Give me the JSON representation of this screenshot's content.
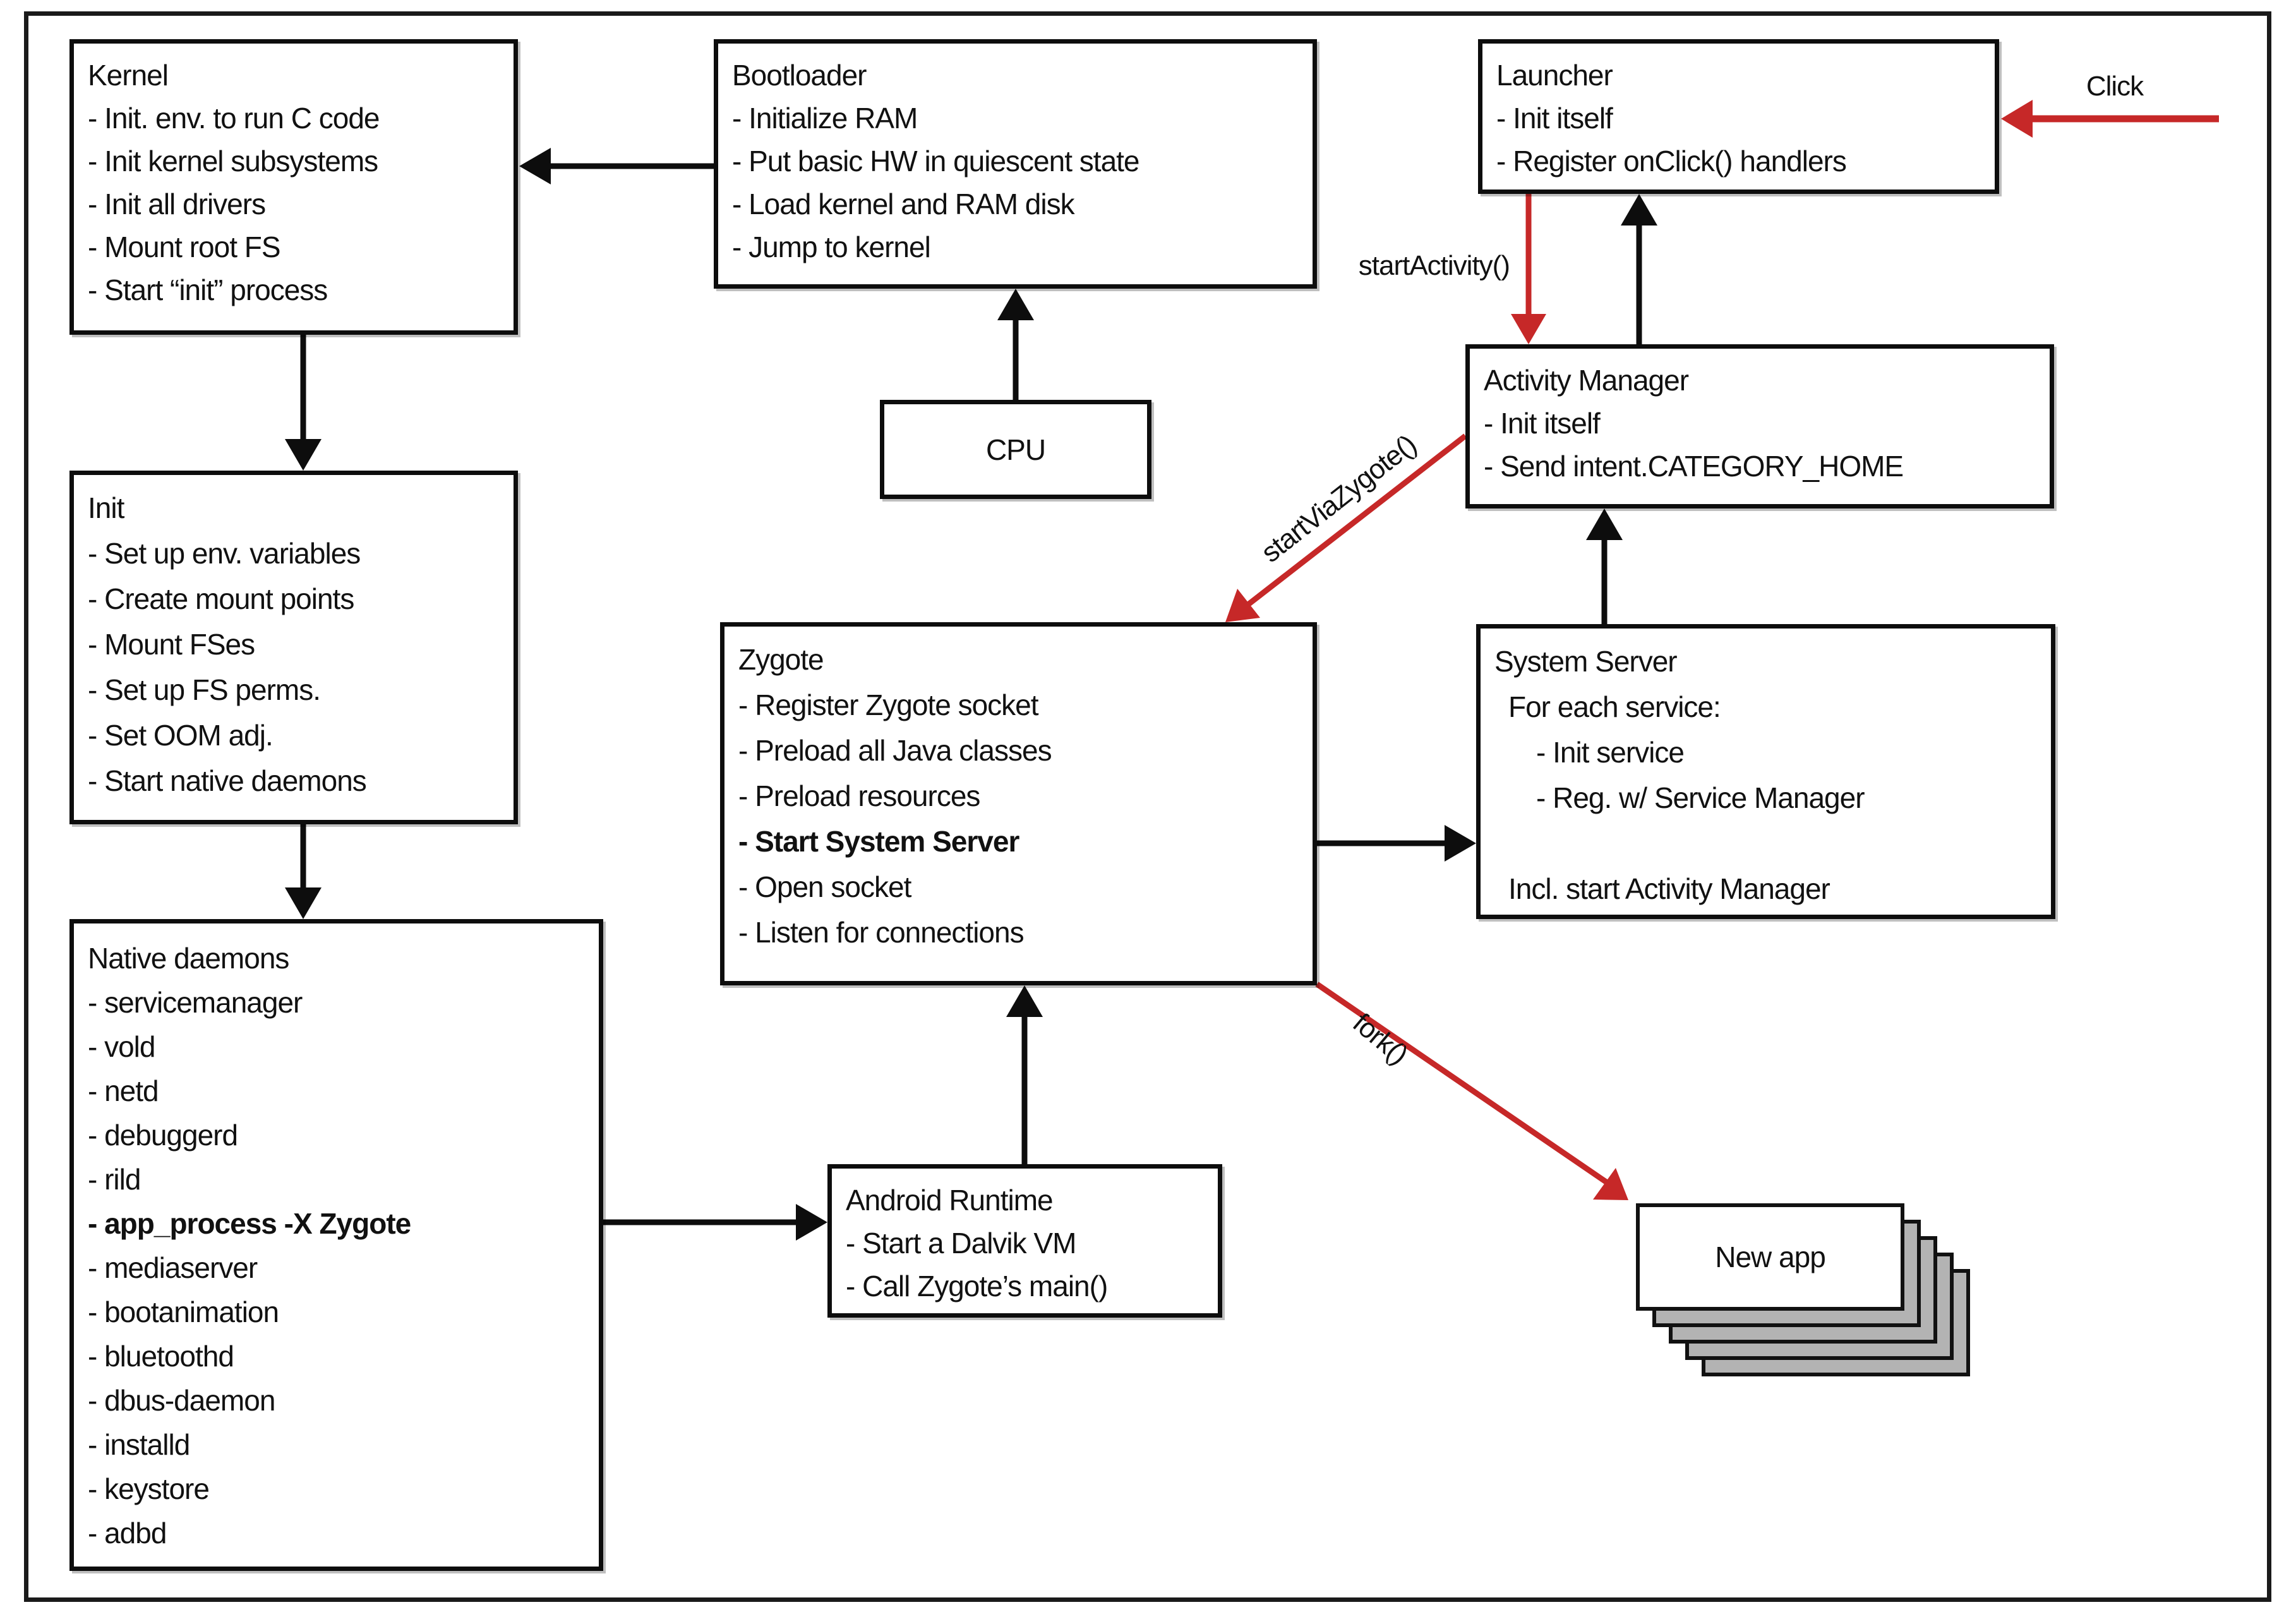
{
  "colors": {
    "accent_red": "#c62828",
    "line_black": "#0d0d0d",
    "sheet_gray": "#b3b3b3"
  },
  "boxes": {
    "kernel": {
      "title": "Kernel",
      "items": [
        "- Init. env. to run C code",
        "- Init kernel subsystems",
        "- Init all drivers",
        "- Mount root FS",
        "- Start “init” process"
      ]
    },
    "bootloader": {
      "title": "Bootloader",
      "items": [
        "- Initialize RAM",
        "- Put basic HW in quiescent state",
        "- Load kernel and RAM disk",
        "- Jump to kernel"
      ]
    },
    "cpu": {
      "title": "CPU"
    },
    "launcher": {
      "title": "Launcher",
      "items": [
        "- Init itself",
        "- Register onClick() handlers"
      ]
    },
    "activity_manager": {
      "title": "Activity Manager",
      "items": [
        "- Init itself",
        "- Send intent.CATEGORY_HOME"
      ]
    },
    "init": {
      "title": "Init",
      "items": [
        "- Set up env. variables",
        "- Create mount points",
        "- Mount FSes",
        "- Set up FS perms.",
        "- Set OOM adj.",
        "- Start native daemons"
      ]
    },
    "zygote": {
      "title": "Zygote",
      "items": [
        "- Register Zygote socket",
        "- Preload all Java classes",
        "- Preload resources",
        "- Start System Server",
        "- Open socket",
        "- Listen for connections"
      ]
    },
    "system_server": {
      "title": "System Server",
      "for_each": "For each service:",
      "items": [
        "- Init service",
        "- Reg. w/ Service Manager"
      ],
      "footer": "Incl. start Activity Manager"
    },
    "native_daemons": {
      "title": "Native daemons",
      "items": [
        "- servicemanager",
        "- vold",
        "- netd",
        "- debuggerd",
        "- rild",
        "- app_process -X Zygote",
        "- mediaserver",
        "- bootanimation",
        "- bluetoothd",
        "- dbus-daemon",
        "- installd",
        "- keystore",
        "- adbd"
      ]
    },
    "android_runtime": {
      "title": "Android Runtime",
      "items": [
        "- Start a Dalvik VM",
        "- Call Zygote’s main()"
      ]
    },
    "new_app": {
      "title": "New app"
    }
  },
  "arrow_labels": {
    "click": "Click",
    "start_activity": "startActivity()",
    "start_via_zygote": "startViaZygote()",
    "fork": "fork()"
  }
}
